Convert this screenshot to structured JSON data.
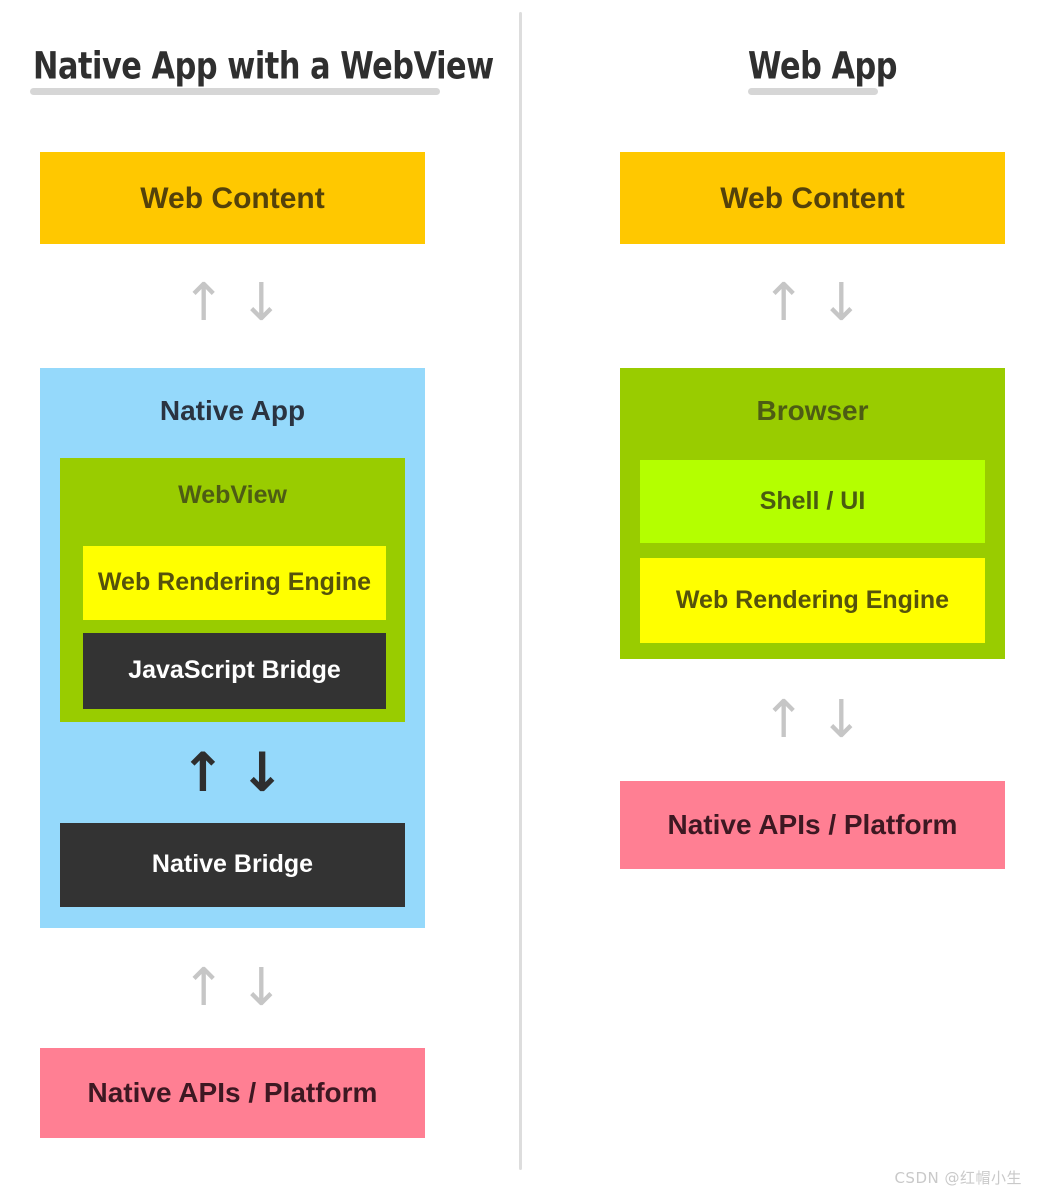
{
  "diagram": {
    "title_left": "Native App with a WebView",
    "title_right": "Web App",
    "watermark": "CSDN @红帽小生",
    "arrow_up": "↑",
    "arrow_down": "↓",
    "colors": {
      "web_content": "#FFC800",
      "native_app": "#95D9FB",
      "browser_green": "#99CC00",
      "webview_green": "#99CC00",
      "render_engine_yellow": "#FFFF00",
      "shell_ui_green": "#B4FF00",
      "bridge_dark": "#333333",
      "native_api_pink": "#FF7F93",
      "arrow_gray": "#C6C6C6",
      "arrow_dark": "#2E2E2E",
      "divider_gray": "#DDDDDD",
      "underline_gray": "#D6D6D6"
    }
  },
  "left_column": {
    "title": "Native App with a WebView",
    "web_content": "Web Content",
    "native_app": "Native App",
    "webview": "WebView",
    "web_rendering_engine": "Web Rendering Engine",
    "javascript_bridge": "JavaScript Bridge",
    "native_bridge": "Native Bridge",
    "native_apis_platform": "Native APIs / Platform"
  },
  "right_column": {
    "title": "Web App",
    "web_content": "Web Content",
    "browser": "Browser",
    "shell_ui": "Shell / UI",
    "web_rendering_engine": "Web Rendering Engine",
    "native_apis_platform": "Native APIs / Platform"
  },
  "chart_data": {
    "type": "diagram",
    "title": "Native App with a WebView vs Web App architecture stacks",
    "columns": [
      {
        "name": "Native App with a WebView",
        "layers": [
          {
            "label": "Web Content",
            "color": "#FFC800",
            "level": 0
          },
          {
            "label": "↑↓",
            "color": "#C6C6C6",
            "level": 0,
            "kind": "arrows"
          },
          {
            "label": "Native App",
            "color": "#95D9FB",
            "level": 0,
            "children": [
              {
                "label": "WebView",
                "color": "#99CC00",
                "level": 1,
                "children": [
                  {
                    "label": "Web Rendering Engine",
                    "color": "#FFFF00",
                    "level": 2
                  },
                  {
                    "label": "JavaScript Bridge",
                    "color": "#333333",
                    "level": 2
                  }
                ]
              },
              {
                "label": "↑↓",
                "color": "#2E2E2E",
                "level": 1,
                "kind": "arrows"
              },
              {
                "label": "Native Bridge",
                "color": "#333333",
                "level": 1
              }
            ]
          },
          {
            "label": "↑↓",
            "color": "#C6C6C6",
            "level": 0,
            "kind": "arrows"
          },
          {
            "label": "Native APIs / Platform",
            "color": "#FF7F93",
            "level": 0
          }
        ]
      },
      {
        "name": "Web App",
        "layers": [
          {
            "label": "Web Content",
            "color": "#FFC800",
            "level": 0
          },
          {
            "label": "↑↓",
            "color": "#C6C6C6",
            "level": 0,
            "kind": "arrows"
          },
          {
            "label": "Browser",
            "color": "#99CC00",
            "level": 0,
            "children": [
              {
                "label": "Shell / UI",
                "color": "#B4FF00",
                "level": 1
              },
              {
                "label": "Web Rendering Engine",
                "color": "#FFFF00",
                "level": 1
              }
            ]
          },
          {
            "label": "↑↓",
            "color": "#C6C6C6",
            "level": 0,
            "kind": "arrows"
          },
          {
            "label": "Native APIs / Platform",
            "color": "#FF7F93",
            "level": 0
          }
        ]
      }
    ]
  }
}
